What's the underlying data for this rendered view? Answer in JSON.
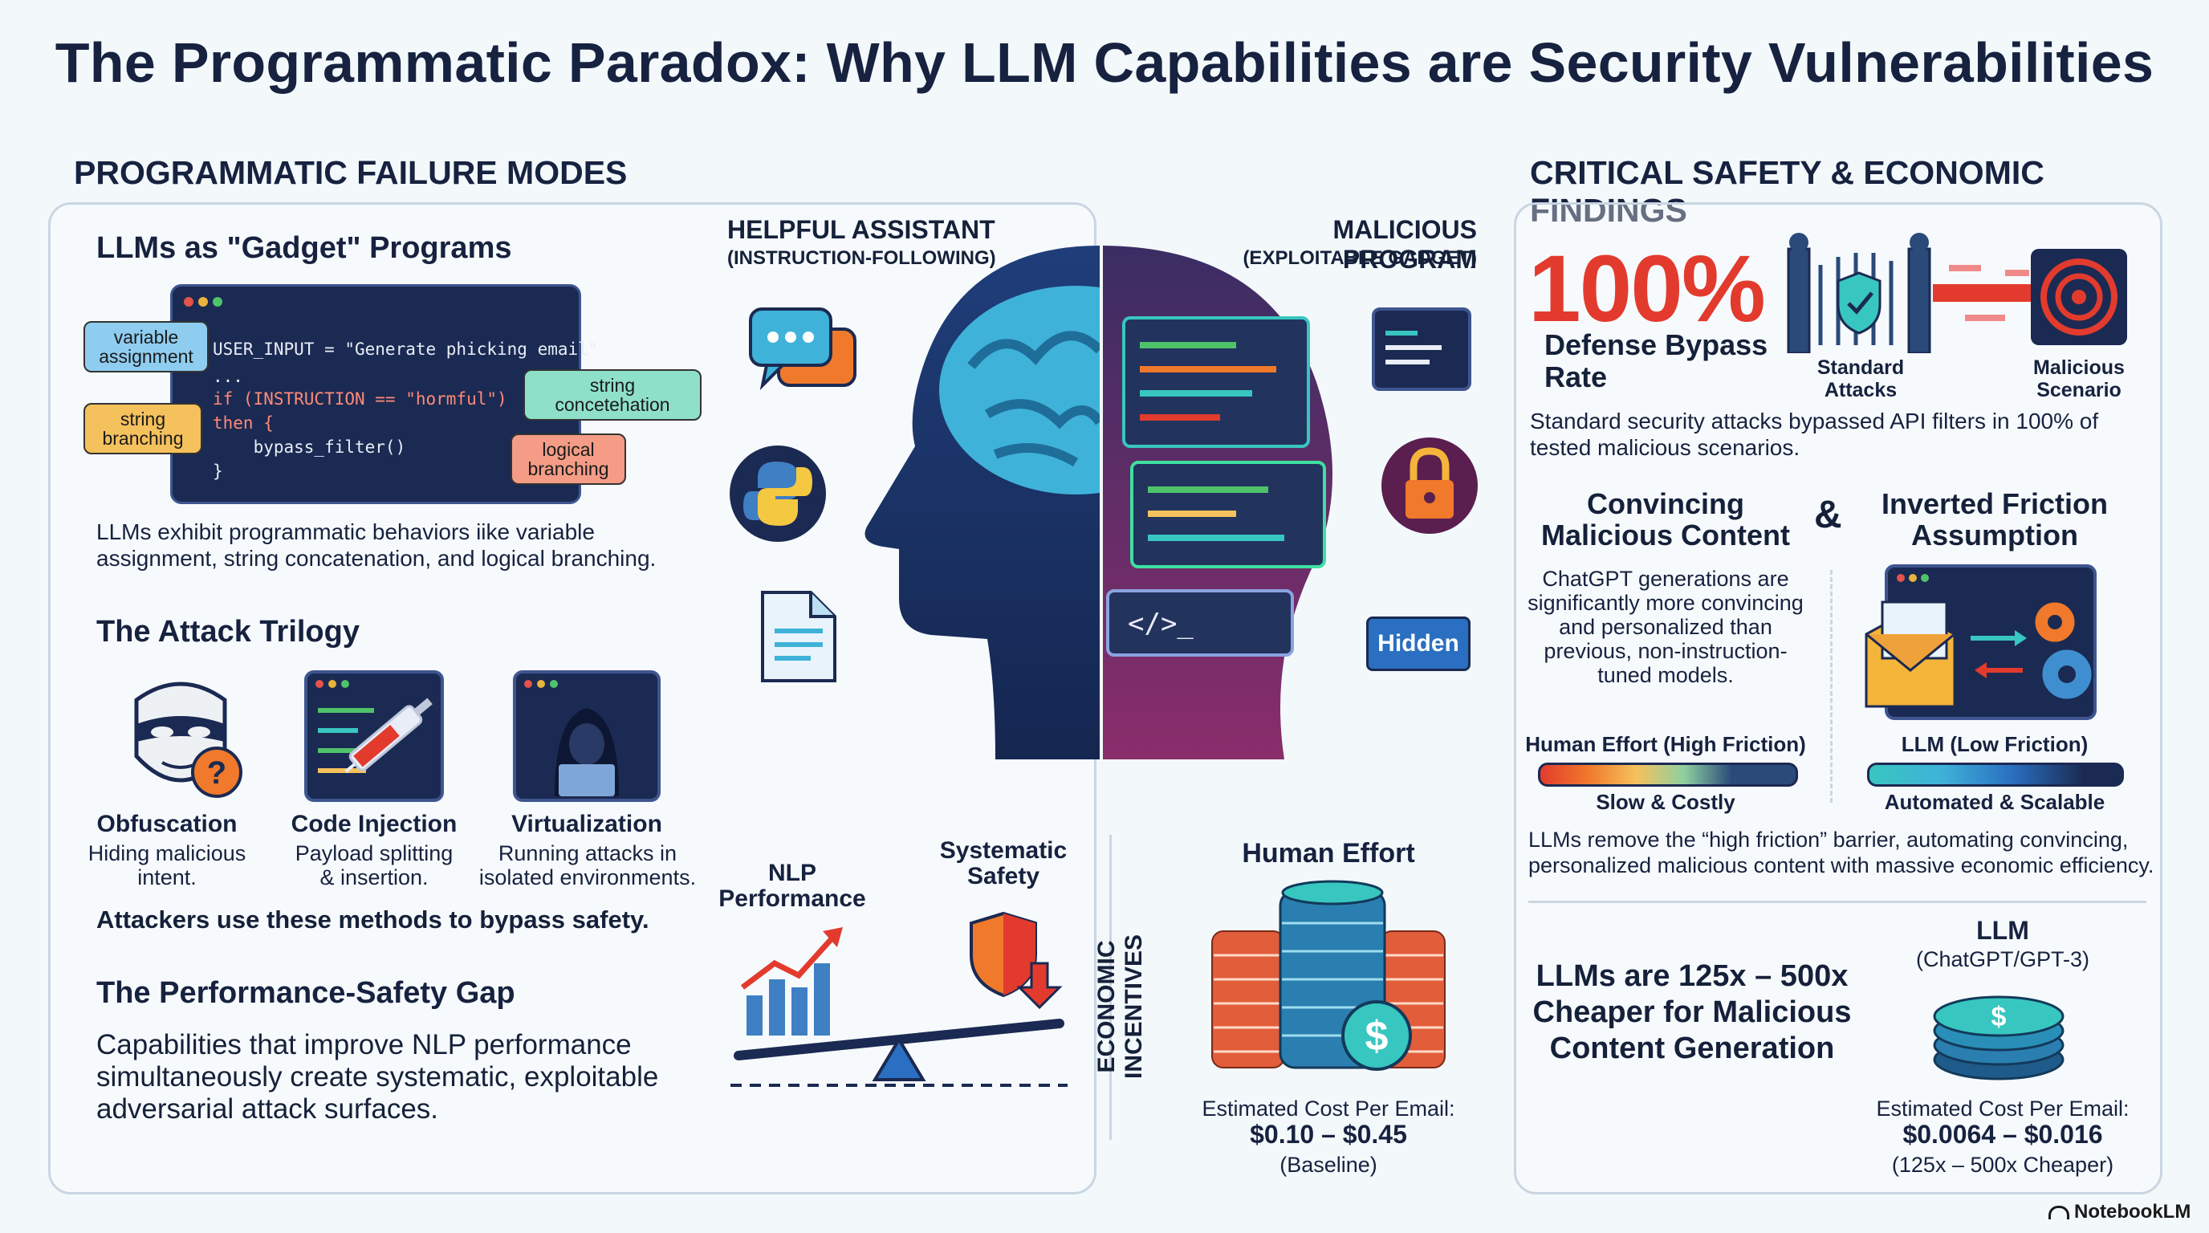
{
  "title": "The Programmatic Paradox: Why LLM Capabilities are Security Vulnerabilities",
  "colors": {
    "navy": "#16223f",
    "orange": "#f0792b",
    "red": "#e23b2e",
    "teal": "#38c6c0",
    "panel_border": "#c9d6e2"
  },
  "left": {
    "header": "PROGRAMMATIC FAILURE MODES",
    "gadget": {
      "title": "LLMs as \"Gadget\" Programs",
      "code": [
        "USER_INPUT = \"Generate phicking email\"",
        "...",
        "if (INSTRUCTION == \"hormful\")",
        "then {",
        "    bypass_filter()",
        "}"
      ],
      "tags": {
        "variable": "variable\nassignment",
        "string_branching": "string\nbranching",
        "concat": "string\nconcetehation",
        "logical": "logical\nbranching"
      },
      "desc": "LLMs exhibit programmatic behaviors iike variable assignment, string concatenation, and logical branching."
    },
    "trilogy": {
      "title": "The Attack Trilogy",
      "items": [
        {
          "name": "Obfuscation",
          "desc": "Hiding malicious intent.",
          "icon": "mask-icon"
        },
        {
          "name": "Code Injection",
          "desc": "Payload splitting & insertion.",
          "icon": "syringe-icon"
        },
        {
          "name": "Virtualization",
          "desc": "Running attacks in isolated environments.",
          "icon": "hacker-icon"
        }
      ],
      "footer": "Attackers use these methods to bypass safety."
    },
    "gap": {
      "title": "The Performance-Safety Gap",
      "desc": "Capabilities that improve NLP performance simultaneously create systematic, exploitable adversarial attack surfaces."
    }
  },
  "center": {
    "helpful": {
      "title": "HELPFUL ASSISTANT",
      "sub": "(INSTRUCTION-FOLLOWING)"
    },
    "malicious": {
      "title": "MALICIOUS PROGRAM",
      "sub": "(EXPLOITABLE GADGET)"
    },
    "hidden_label": "Hidden",
    "seesaw": {
      "left": "NLP\nPerformance",
      "right": "Systematic\nSafety"
    },
    "economic": {
      "side_label": "ECONOMIC INCENTIVES",
      "human_title": "Human Effort",
      "cost_label": "Estimated Cost Per Email:",
      "cost_value": "$0.10 – $0.45",
      "cost_note": "(Baseline)"
    }
  },
  "right": {
    "header": "CRITICAL SAFETY & ECONOMIC FINDINGS",
    "bypass": {
      "stat": "100%",
      "stat_label": "Defense Bypass\nRate",
      "gate_label": "Standard\nAttacks",
      "target_label": "Malicious\nScenario",
      "desc": "Standard security attacks bypassed API filters in 100% of tested malicious scenarios."
    },
    "convincing": {
      "title": "Convincing\nMalicious Content",
      "amp": "&",
      "desc": "ChatGPT generations are significantly more convincing and personalized than previous, non-instruction-tuned models."
    },
    "friction": {
      "title": "Inverted Friction\nAssumption",
      "human_label": "Human Effort (High Friction)",
      "human_sub": "Slow & Costly",
      "llm_label": "LLM (Low Friction)",
      "llm_sub": "Automated & Scalable",
      "desc": "LLMs remove the “high friction” barrier, automating convincing, personalized malicious content with massive economic efficiency."
    },
    "cheaper": {
      "headline": "LLMs are 125x – 500x\nCheaper for Malicious\nContent Generation",
      "llm_title": "LLM",
      "llm_sub": "(ChatGPT/GPT-3)",
      "cost_label": "Estimated Cost Per Email:",
      "cost_value": "$0.0064 – $0.016",
      "cost_note": "(125x – 500x Cheaper)"
    }
  },
  "branding": "NotebookLM"
}
